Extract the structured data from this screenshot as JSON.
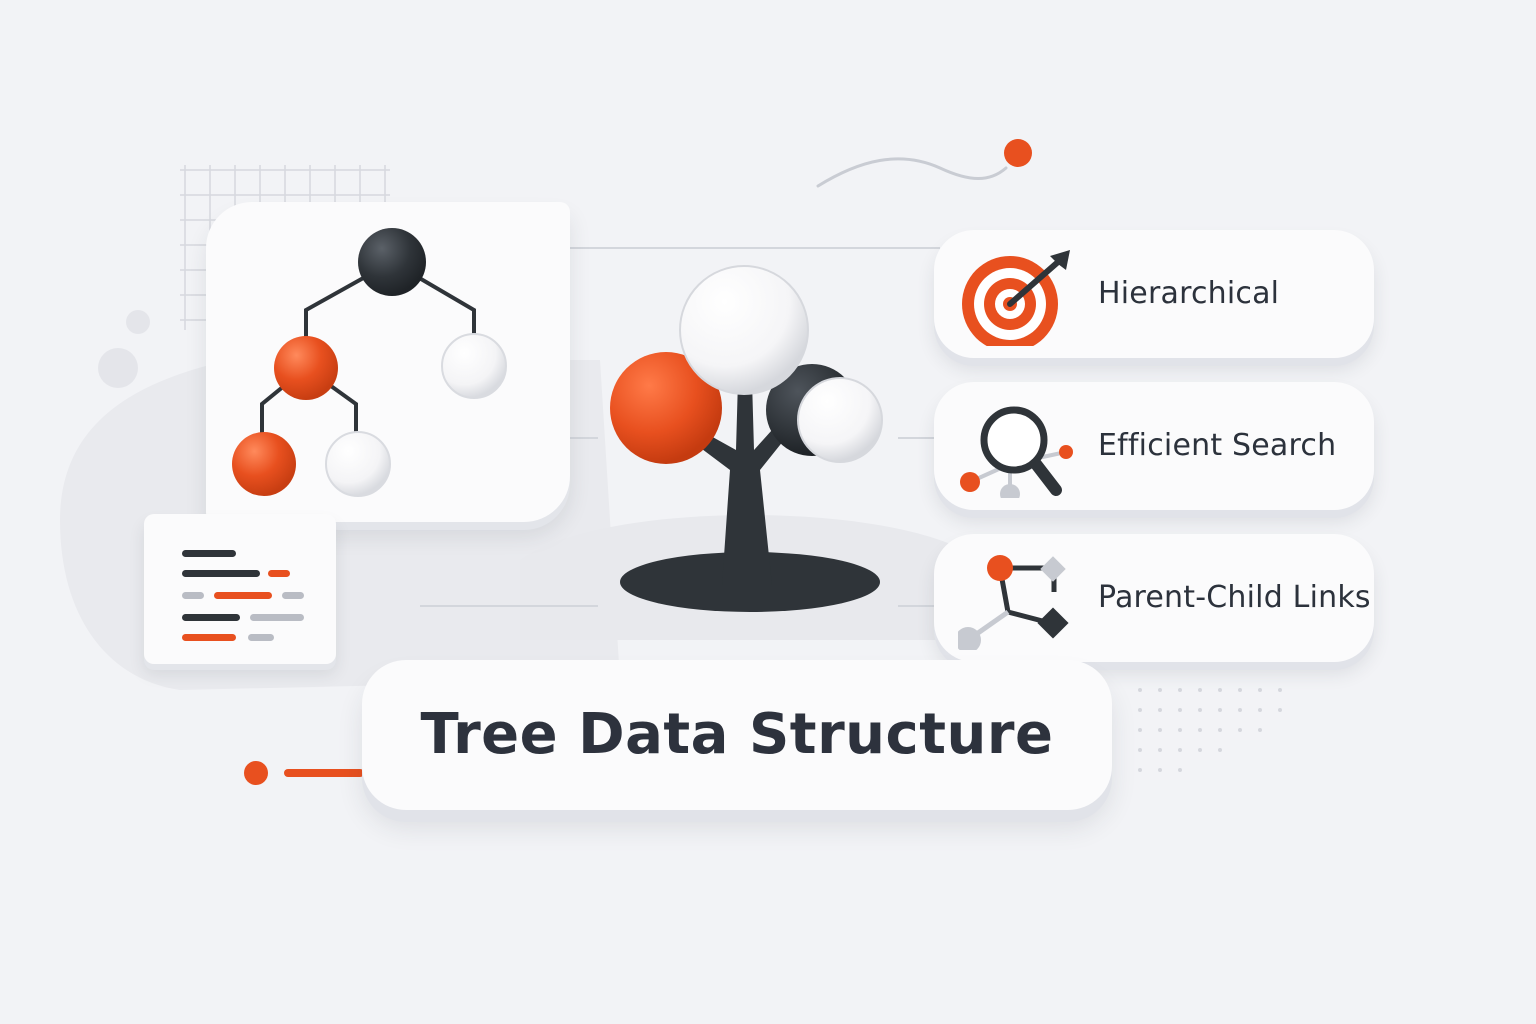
{
  "title": "Tree Data Structure",
  "features": [
    {
      "label": "Hierarchical",
      "icon": "target-icon"
    },
    {
      "label": "Efficient Search",
      "icon": "search-graph-icon"
    },
    {
      "label": "Parent-Child Links",
      "icon": "linked-nodes-icon"
    }
  ],
  "colors": {
    "accent": "#e8501f",
    "dark": "#2f3439",
    "light": "#ffffff",
    "grey": "#b9bcc4",
    "background": "#f2f3f6"
  }
}
